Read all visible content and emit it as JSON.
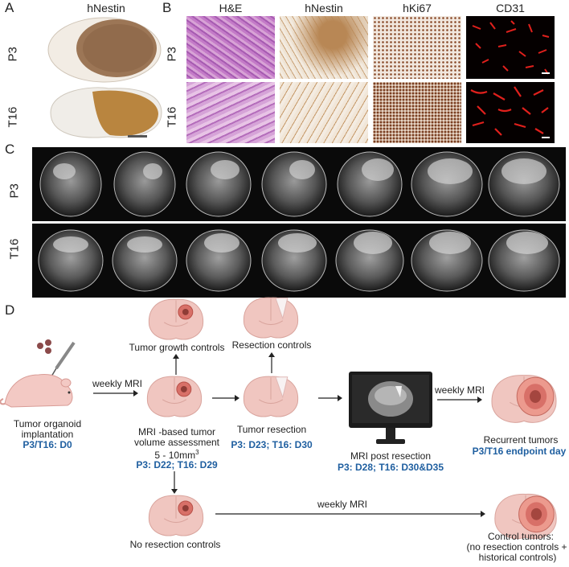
{
  "panel_labels": {
    "a": "A",
    "b": "B",
    "c": "C",
    "d": "D"
  },
  "panelA": {
    "title": "hNestin",
    "rows": [
      "P3",
      "T16"
    ]
  },
  "panelB": {
    "columns": [
      "H&E",
      "hNestin",
      "hKi67",
      "CD31"
    ],
    "rows": [
      "P3",
      "T16"
    ]
  },
  "panelC": {
    "rows": [
      "P3",
      "T16"
    ]
  },
  "panelD": {
    "weekly_mri_1": "weekly MRI",
    "weekly_mri_2": "weekly MRI",
    "weekly_mri_3": "weekly MRI",
    "implant_l1": "Tumor organoid",
    "implant_l2": "implantation",
    "implant_day": "P3/T16: D0",
    "growth_controls": "Tumor growth controls",
    "resection_controls": "Resection controls",
    "mri_l1": "MRI -based tumor",
    "mri_l2": "volume assessment",
    "mri_l3_a": "5 - 10mm",
    "mri_l3_sup": "3",
    "mri_day": "P3: D22; T16: D29",
    "resection_l1": "Tumor resection",
    "resection_day": "P3: D23; T16: D30",
    "post_l1": "MRI post resection",
    "post_day": "P3: D28; T16: D30&D35",
    "recurrent_l1": "Recurrent tumors",
    "recurrent_day": "P3/T16 endpoint day",
    "no_resection": "No resection controls",
    "control_l1": "Control tumors:",
    "control_l2": "(no resection controls +",
    "control_l3": "historical controls)"
  },
  "colors": {
    "accent_blue": "#1f5fa0",
    "brain": "#f0c6c0",
    "tumor": "#d87068",
    "he": "#c77ac6",
    "stain": "#b07b3f",
    "cd31": "#e0201c"
  }
}
